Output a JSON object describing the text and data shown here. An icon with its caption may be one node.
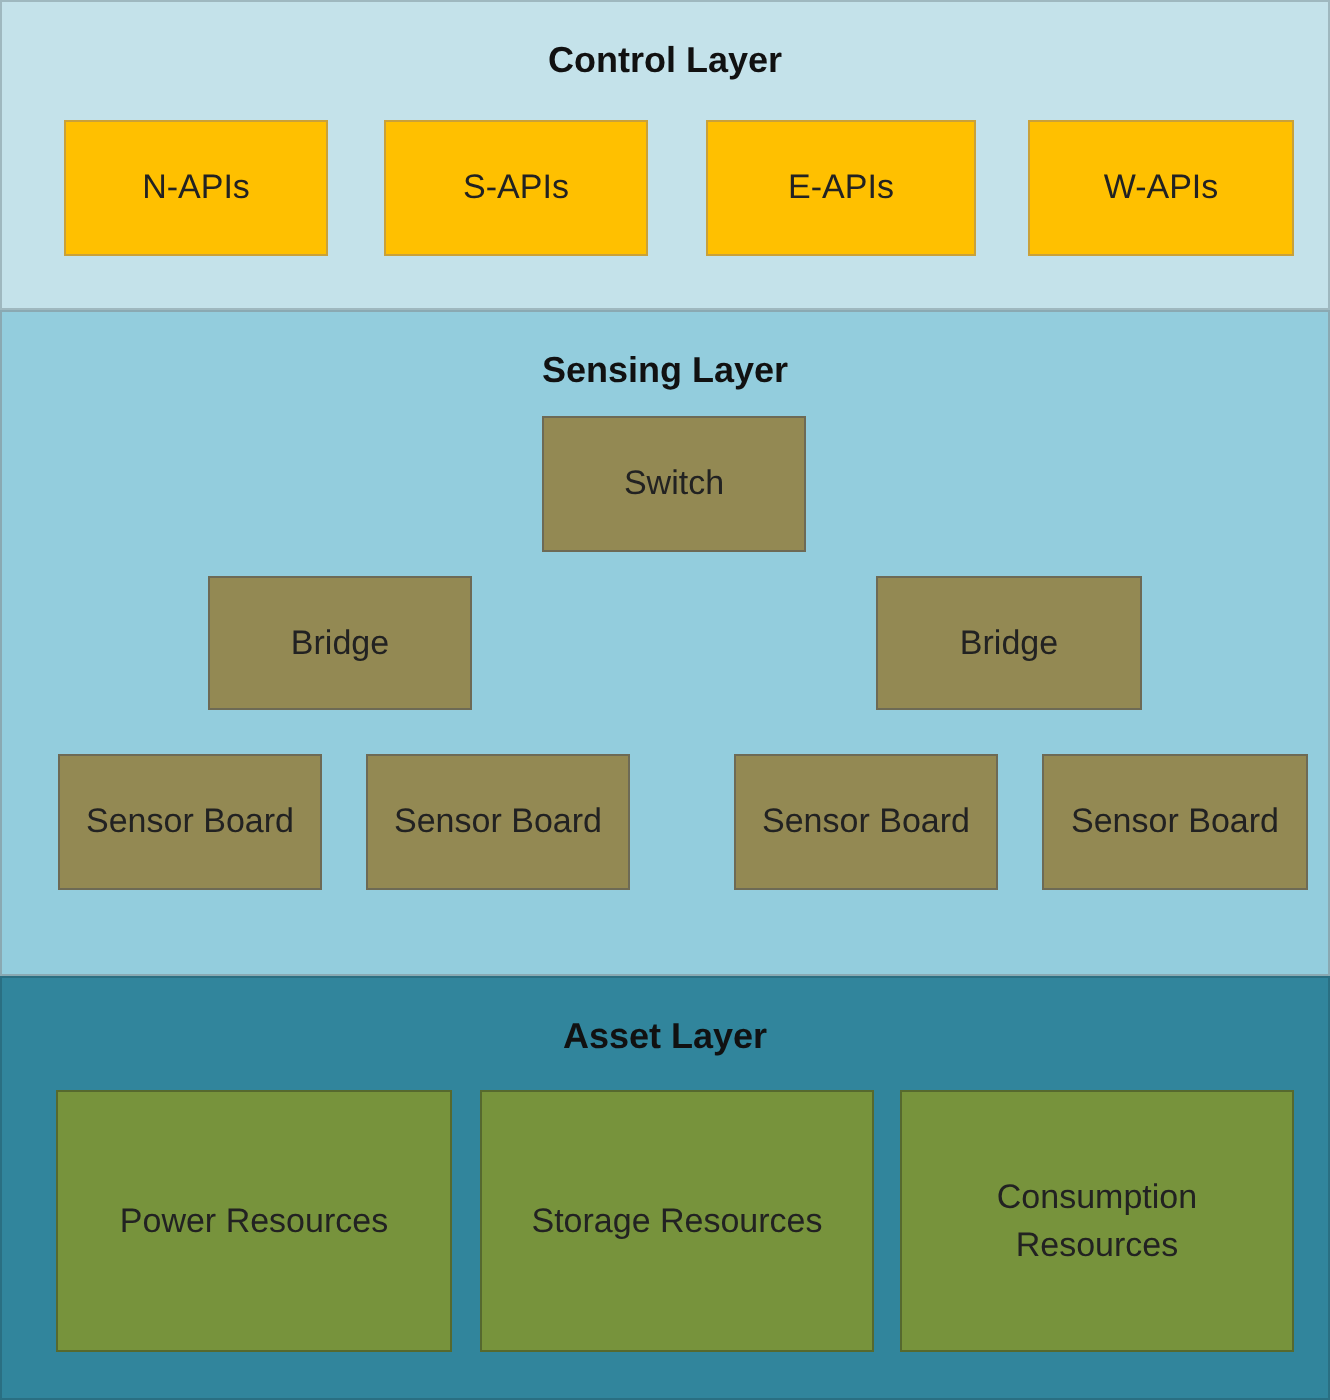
{
  "diagram": {
    "nodes": [
      {
        "text": [
          "Control Layer"
        ]
      },
      {
        "text": [
          "N-APIs"
        ],
        "in": 0
      },
      {
        "text": [
          "S-APIs"
        ],
        "in": 0
      },
      {
        "text": [
          "E-APIs"
        ],
        "in": 0
      },
      {
        "text": [
          "W-APIs"
        ],
        "in": 0
      },
      {
        "text": [
          "Sensing Layer"
        ]
      },
      {
        "text": [
          "Switch"
        ],
        "in": 5
      },
      {
        "text": [
          "Bridge"
        ],
        "in": 5
      },
      {
        "text": [
          "Bridge"
        ],
        "in": 5
      },
      {
        "text": [
          "Sensor Board"
        ],
        "in": 5
      },
      {
        "text": [
          "Sensor Board"
        ],
        "in": 5
      },
      {
        "text": [
          "Sensor Board"
        ],
        "in": 5
      },
      {
        "text": [
          "Sensor Board"
        ],
        "in": 5
      },
      {
        "text": [
          "Asset Layer"
        ]
      },
      {
        "text": [
          "Power Resources"
        ],
        "in": 13
      },
      {
        "text": [
          "Storage Resources"
        ],
        "in": 13
      },
      {
        "text": [
          "Consumption Resources"
        ],
        "in": 13
      }
    ]
  }
}
